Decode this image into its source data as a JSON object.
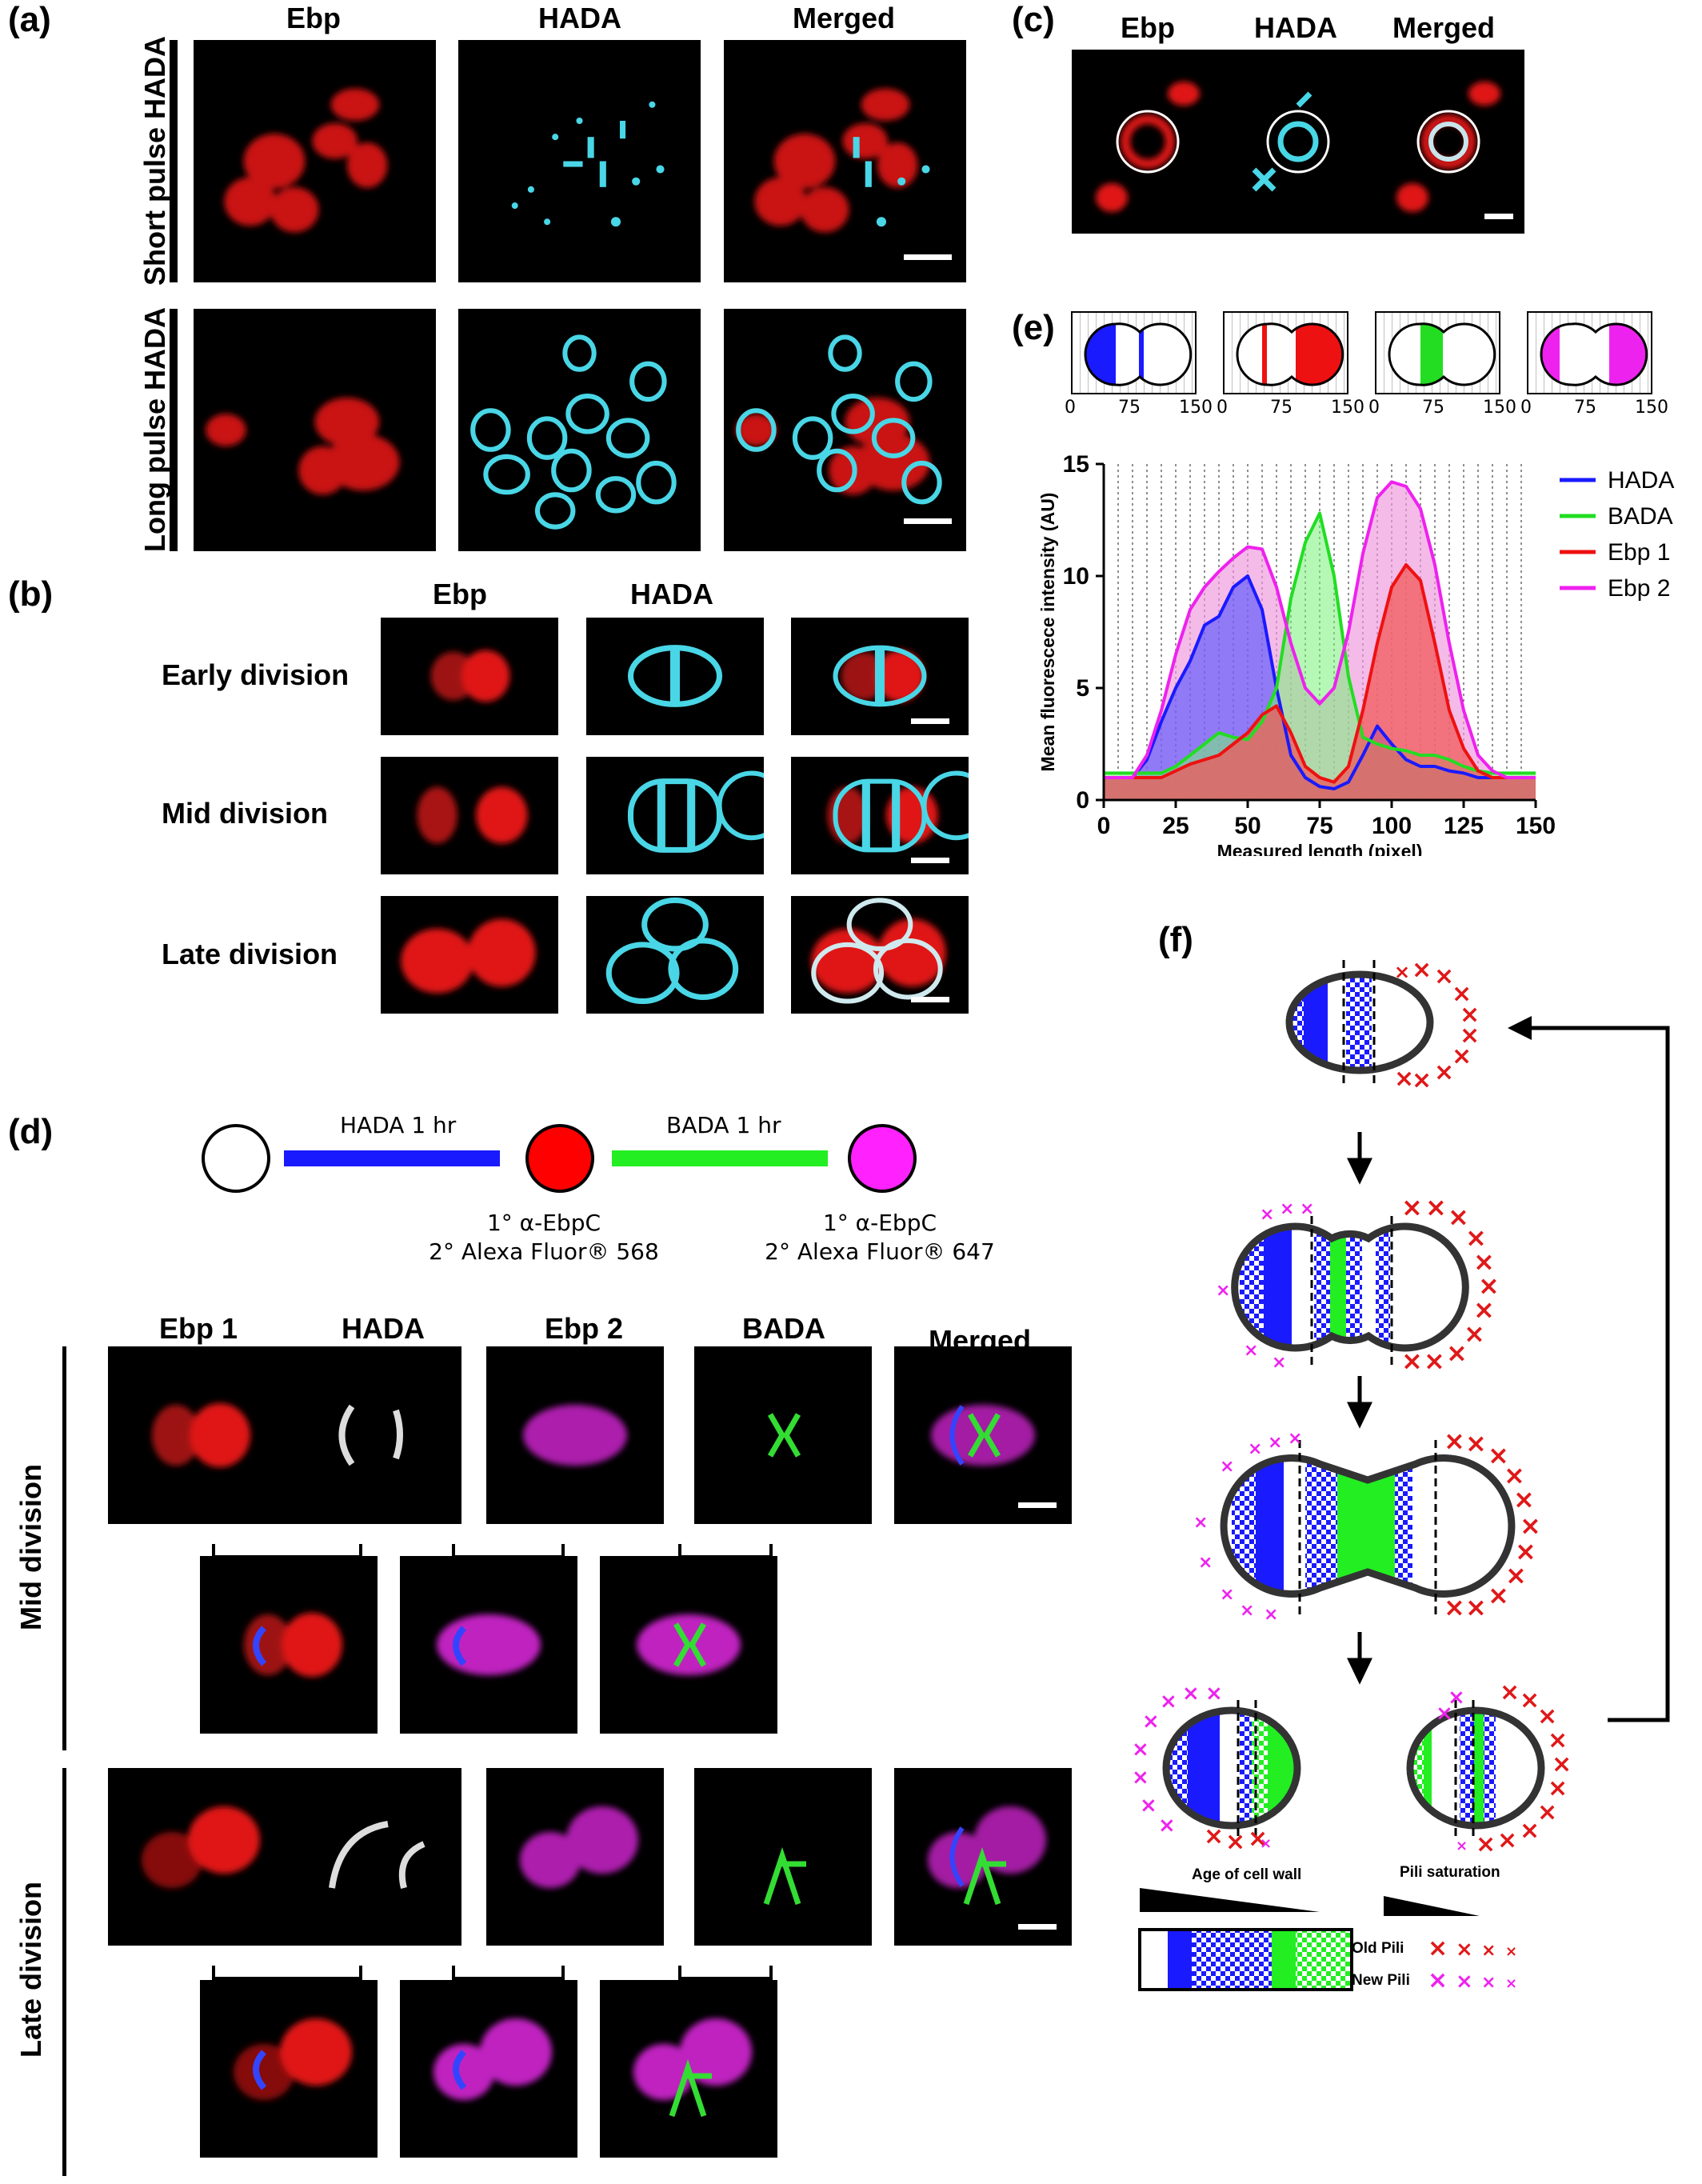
{
  "panels": {
    "a": {
      "label": "(a)",
      "columns": [
        "Ebp",
        "HADA",
        "Merged"
      ],
      "rows": [
        "Short pulse HADA",
        "Long pulse HADA"
      ]
    },
    "b": {
      "label": "(b)",
      "columns": [
        "Ebp",
        "HADA"
      ],
      "rows": [
        "Early division",
        "Mid division",
        "Late division"
      ]
    },
    "c": {
      "label": "(c)",
      "columns": [
        "Ebp",
        "HADA",
        "Merged"
      ]
    },
    "d": {
      "label": "(d)",
      "timeline": {
        "step1": "HADA 1 hr",
        "step2": "BADA 1 hr",
        "ab1_primary": "1° α-EbpC",
        "ab1_secondary": "2° Alexa Fluor® 568",
        "ab2_primary": "1° α-EbpC",
        "ab2_secondary": "2° Alexa Fluor® 647"
      },
      "columns": [
        "Ebp 1",
        "HADA",
        "Ebp 2",
        "BADA",
        "Merged"
      ],
      "rows": [
        "Mid division",
        "Late division"
      ]
    },
    "e": {
      "label": "(e)",
      "schematic_ticks": [
        "0",
        "75",
        "150"
      ]
    },
    "f": {
      "label": "(f)",
      "legend": {
        "age_label": "Age of cell wall",
        "pili_label": "Pili saturation",
        "old_pili": "Old Pili",
        "new_pili": "New Pili"
      }
    }
  },
  "chart_data": {
    "type": "area",
    "title": "",
    "xlabel": "Measured length (pixel)",
    "ylabel": "Mean fluorescece intensity (AU)",
    "xlim": [
      0,
      150
    ],
    "ylim": [
      0,
      15
    ],
    "xticks": [
      0,
      25,
      50,
      75,
      100,
      125,
      150
    ],
    "yticks": [
      0,
      5,
      10,
      15
    ],
    "legend_position": "right",
    "x": [
      0,
      5,
      10,
      15,
      20,
      25,
      30,
      35,
      40,
      45,
      50,
      55,
      60,
      65,
      70,
      75,
      80,
      85,
      90,
      95,
      100,
      105,
      110,
      115,
      120,
      125,
      130,
      135,
      140,
      145,
      150
    ],
    "series": [
      {
        "name": "HADA",
        "color": "#1a1aff",
        "values": [
          1,
          1,
          1,
          1.8,
          3.5,
          5,
          6.2,
          7.8,
          8.2,
          9.5,
          10,
          8.5,
          5,
          2,
          1,
          0.6,
          0.5,
          0.8,
          2,
          3.3,
          2.5,
          1.8,
          1.5,
          1.5,
          1.3,
          1.2,
          1,
          1,
          1,
          1,
          1
        ]
      },
      {
        "name": "BADA",
        "color": "#22dd22",
        "values": [
          1.2,
          1.2,
          1.2,
          1.2,
          1.2,
          1.5,
          2,
          2.5,
          3,
          2.8,
          2.7,
          3.5,
          5,
          9,
          11.5,
          12.8,
          10,
          5.5,
          2.8,
          2.5,
          2.3,
          2.2,
          2,
          2,
          1.8,
          1.5,
          1.3,
          1.2,
          1.2,
          1.2,
          1.2
        ]
      },
      {
        "name": "Ebp 1",
        "color": "#ee1111",
        "values": [
          1,
          1,
          1,
          1,
          1,
          1.3,
          1.6,
          1.8,
          2,
          2.5,
          3,
          3.8,
          4.2,
          3,
          1.5,
          1,
          0.8,
          1.5,
          4,
          7,
          9.5,
          10.5,
          9.8,
          7,
          4,
          2.3,
          1.3,
          1,
          1,
          1,
          1
        ]
      },
      {
        "name": "Ebp 2",
        "color": "#ee22ee",
        "values": [
          1,
          1,
          1,
          2,
          4,
          6.5,
          8.5,
          9.5,
          10.2,
          10.8,
          11.3,
          11.2,
          9.5,
          7,
          5,
          4.3,
          5,
          7.5,
          11,
          13.5,
          14.2,
          14,
          13,
          10.5,
          7,
          4,
          2,
          1.3,
          1,
          1,
          1
        ]
      }
    ]
  }
}
